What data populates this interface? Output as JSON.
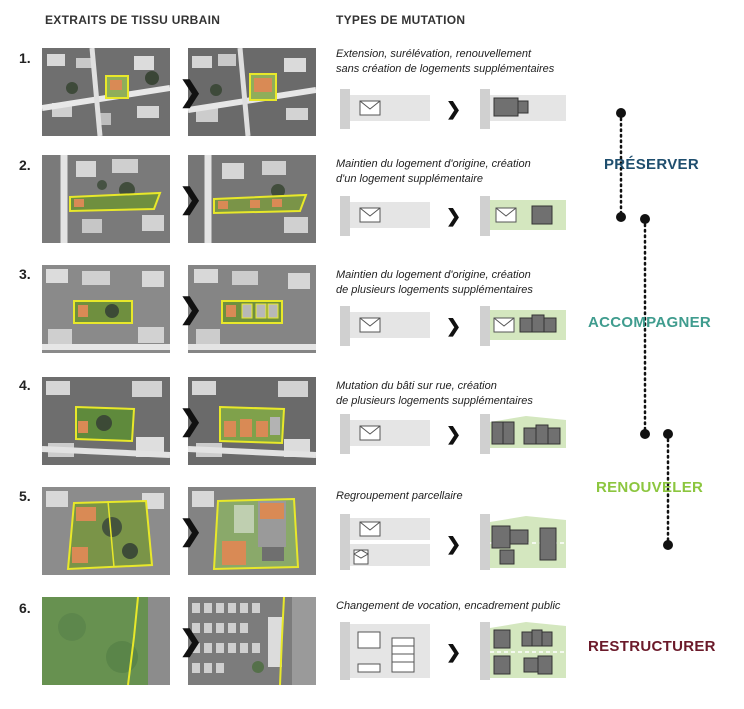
{
  "headers": {
    "left": "EXTRAITS DE TISSU URBAIN",
    "right": "TYPES DE MUTATION"
  },
  "rows": [
    {
      "number": "1.",
      "description_line1": "Extension, surélévation, renouvellement",
      "description_line2": "sans création de logements supplémentaires"
    },
    {
      "number": "2.",
      "description_line1": "Maintien du logement d'origine, création",
      "description_line2": "d'un logement supplémentaire"
    },
    {
      "number": "3.",
      "description_line1": "Maintien du logement d'origine, création",
      "description_line2": "de plusieurs logements supplémentaires"
    },
    {
      "number": "4.",
      "description_line1": "Mutation du bâti sur rue, création",
      "description_line2": "de plusieurs logements supplémentaires"
    },
    {
      "number": "5.",
      "description_line1": "Regroupement parcellaire",
      "description_line2": ""
    },
    {
      "number": "6.",
      "description_line1": "Changement de vocation, encadrement public",
      "description_line2": ""
    }
  ],
  "categories": {
    "preserver": {
      "label": "PRÉSERVER",
      "color": "#1f4e6e"
    },
    "accompagner": {
      "label": "ACCOMPAGNER",
      "color": "#3f9c8e"
    },
    "renouveler": {
      "label": "RENOUVELER",
      "color": "#8cc63f"
    },
    "restructurer": {
      "label": "RESTRUCTURER",
      "color": "#6b1a2a"
    }
  },
  "colors": {
    "parcel_outline": "#e8e82a",
    "green_fill": "#d4e7bf",
    "grey_fill": "#e5e5e5",
    "building": "#707070"
  },
  "icons": {
    "arrow": "chevron-right-icon",
    "house": "envelope-house-icon"
  }
}
